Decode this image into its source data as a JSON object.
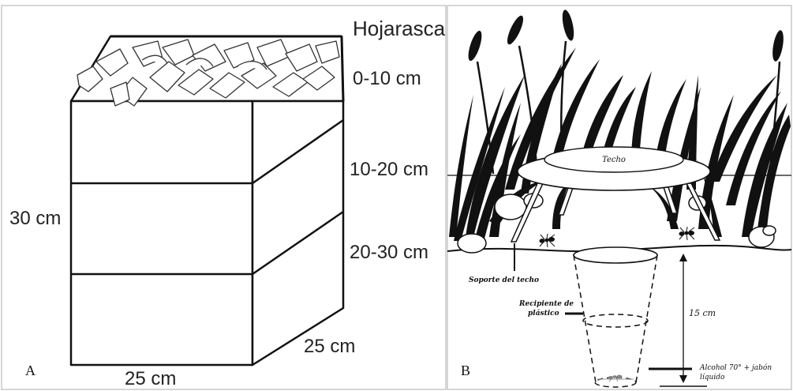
{
  "panel_a": {
    "letter": "A",
    "litter_label": "Hojarasca",
    "layer_labels": [
      "0-10 cm",
      "10-20 cm",
      "20-30 cm"
    ],
    "height_label": "30 cm",
    "width_label": "25 cm",
    "depth_label": "25 cm"
  },
  "panel_b": {
    "letter": "B",
    "roof_label": "Techo",
    "support_label": "Soporte del techo",
    "container_label_line1": "Recipiente de",
    "container_label_line2": "plástico",
    "depth_label": "15 cm",
    "liquid_label_line1": "Alcohol 70° + jabón",
    "liquid_label_line2": "líquido"
  }
}
